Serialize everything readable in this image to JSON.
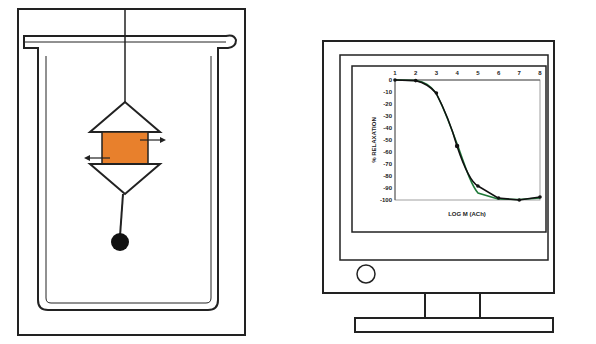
{
  "diagram": {
    "labels": [
      "0",
      "-10",
      "-20",
      "-30",
      "-40",
      "-50",
      "-60",
      "-70",
      "-80",
      "-90",
      "-100",
      "1",
      "2",
      "3",
      "4",
      "5",
      "6",
      "7",
      "8",
      "% RELAXATION",
      "LOG M (ACh)"
    ]
  }
}
